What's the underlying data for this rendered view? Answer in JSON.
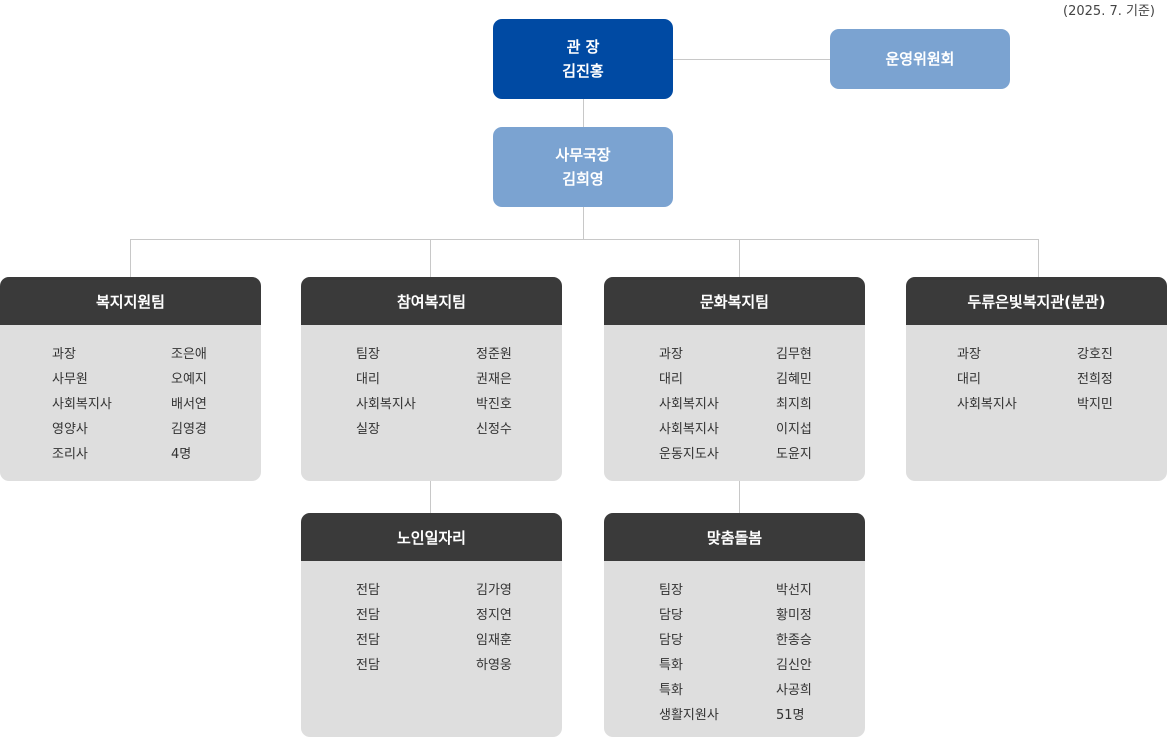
{
  "date_note": "(2025. 7. 기준)",
  "director": {
    "title": "관 장",
    "name": "김진홍"
  },
  "secretary": {
    "title": "사무국장",
    "name": "김희영"
  },
  "committee": {
    "label": "운영위원회"
  },
  "teams": [
    {
      "name": "복지지원팀",
      "members": [
        {
          "role": "과장",
          "name": "조은애"
        },
        {
          "role": "사무원",
          "name": "오예지"
        },
        {
          "role": "사회복지사",
          "name": "배서연"
        },
        {
          "role": "영양사",
          "name": "김영경"
        },
        {
          "role": "조리사",
          "name": "4명"
        }
      ]
    },
    {
      "name": "참여복지팀",
      "members": [
        {
          "role": "팀장",
          "name": "정준원"
        },
        {
          "role": "대리",
          "name": "권재은"
        },
        {
          "role": "사회복지사",
          "name": "박진호"
        },
        {
          "role": "실장",
          "name": "신정수"
        }
      ]
    },
    {
      "name": "문화복지팀",
      "members": [
        {
          "role": "과장",
          "name": "김무현"
        },
        {
          "role": "대리",
          "name": "김혜민"
        },
        {
          "role": "사회복지사",
          "name": "최지희"
        },
        {
          "role": "사회복지사",
          "name": "이지섭"
        },
        {
          "role": "운동지도사",
          "name": "도윤지"
        }
      ]
    },
    {
      "name": "두류은빛복지관(분관)",
      "members": [
        {
          "role": "과장",
          "name": "강호진"
        },
        {
          "role": "대리",
          "name": "전희정"
        },
        {
          "role": "사회복지사",
          "name": "박지민"
        }
      ]
    }
  ],
  "subteams": [
    {
      "name": "노인일자리",
      "members": [
        {
          "role": "전담",
          "name": "김가영"
        },
        {
          "role": "전담",
          "name": "정지연"
        },
        {
          "role": "전담",
          "name": "임재훈"
        },
        {
          "role": "전담",
          "name": "하영웅"
        }
      ]
    },
    {
      "name": "맞춤돌봄",
      "members": [
        {
          "role": "팀장",
          "name": "박선지"
        },
        {
          "role": "담당",
          "name": "황미정"
        },
        {
          "role": "담당",
          "name": "한종승"
        },
        {
          "role": "특화",
          "name": "김신안"
        },
        {
          "role": "특화",
          "name": "사공희"
        },
        {
          "role": "생활지원사",
          "name": "51명"
        }
      ]
    }
  ]
}
